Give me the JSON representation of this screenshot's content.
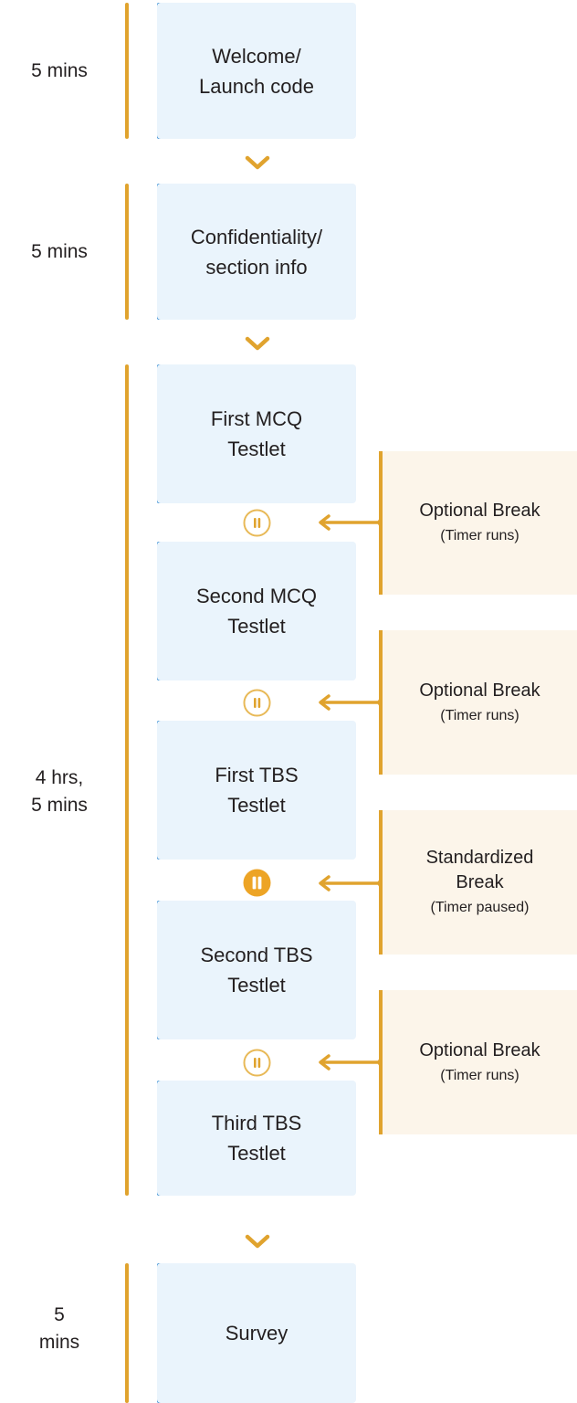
{
  "meta": {
    "colors": {
      "orange": "#e0a32e",
      "blue": "#3b8fd4",
      "stage_box_bg": "#eaf4fc",
      "break_panel_bg": "#fcf5ea",
      "text": "#231f20",
      "page_bg": "#ffffff"
    }
  },
  "time_labels": [
    {
      "text": "5 mins"
    },
    {
      "text": "5 mins"
    },
    {
      "text": "4 hrs,\n5 mins"
    },
    {
      "text": "5\nmins"
    }
  ],
  "stages": [
    {
      "label": "Welcome/\nLaunch code"
    },
    {
      "label": "Confidentiality/\nsection info"
    },
    {
      "label": "First MCQ\nTestlet"
    },
    {
      "label": "Second MCQ\nTestlet"
    },
    {
      "label": "First TBS\nTestlet"
    },
    {
      "label": "Second TBS\nTestlet"
    },
    {
      "label": "Third TBS\nTestlet"
    },
    {
      "label": "Survey"
    }
  ],
  "breaks": [
    {
      "title": "Optional Break",
      "subtitle": "(Timer runs)",
      "icon": "pause-outline-icon",
      "timer": "runs"
    },
    {
      "title": "Optional Break",
      "subtitle": "(Timer runs)",
      "icon": "pause-outline-icon",
      "timer": "runs"
    },
    {
      "title": "Standardized\nBreak",
      "subtitle": "(Timer paused)",
      "icon": "pause-filled-icon",
      "timer": "paused"
    },
    {
      "title": "Optional Break",
      "subtitle": "(Timer runs)",
      "icon": "pause-outline-icon",
      "timer": "runs"
    }
  ],
  "icons": {
    "chevron": "chevron-down-icon",
    "arrow": "arrow-left-icon",
    "pause_outline": "pause-outline-icon",
    "pause_filled": "pause-filled-icon"
  }
}
